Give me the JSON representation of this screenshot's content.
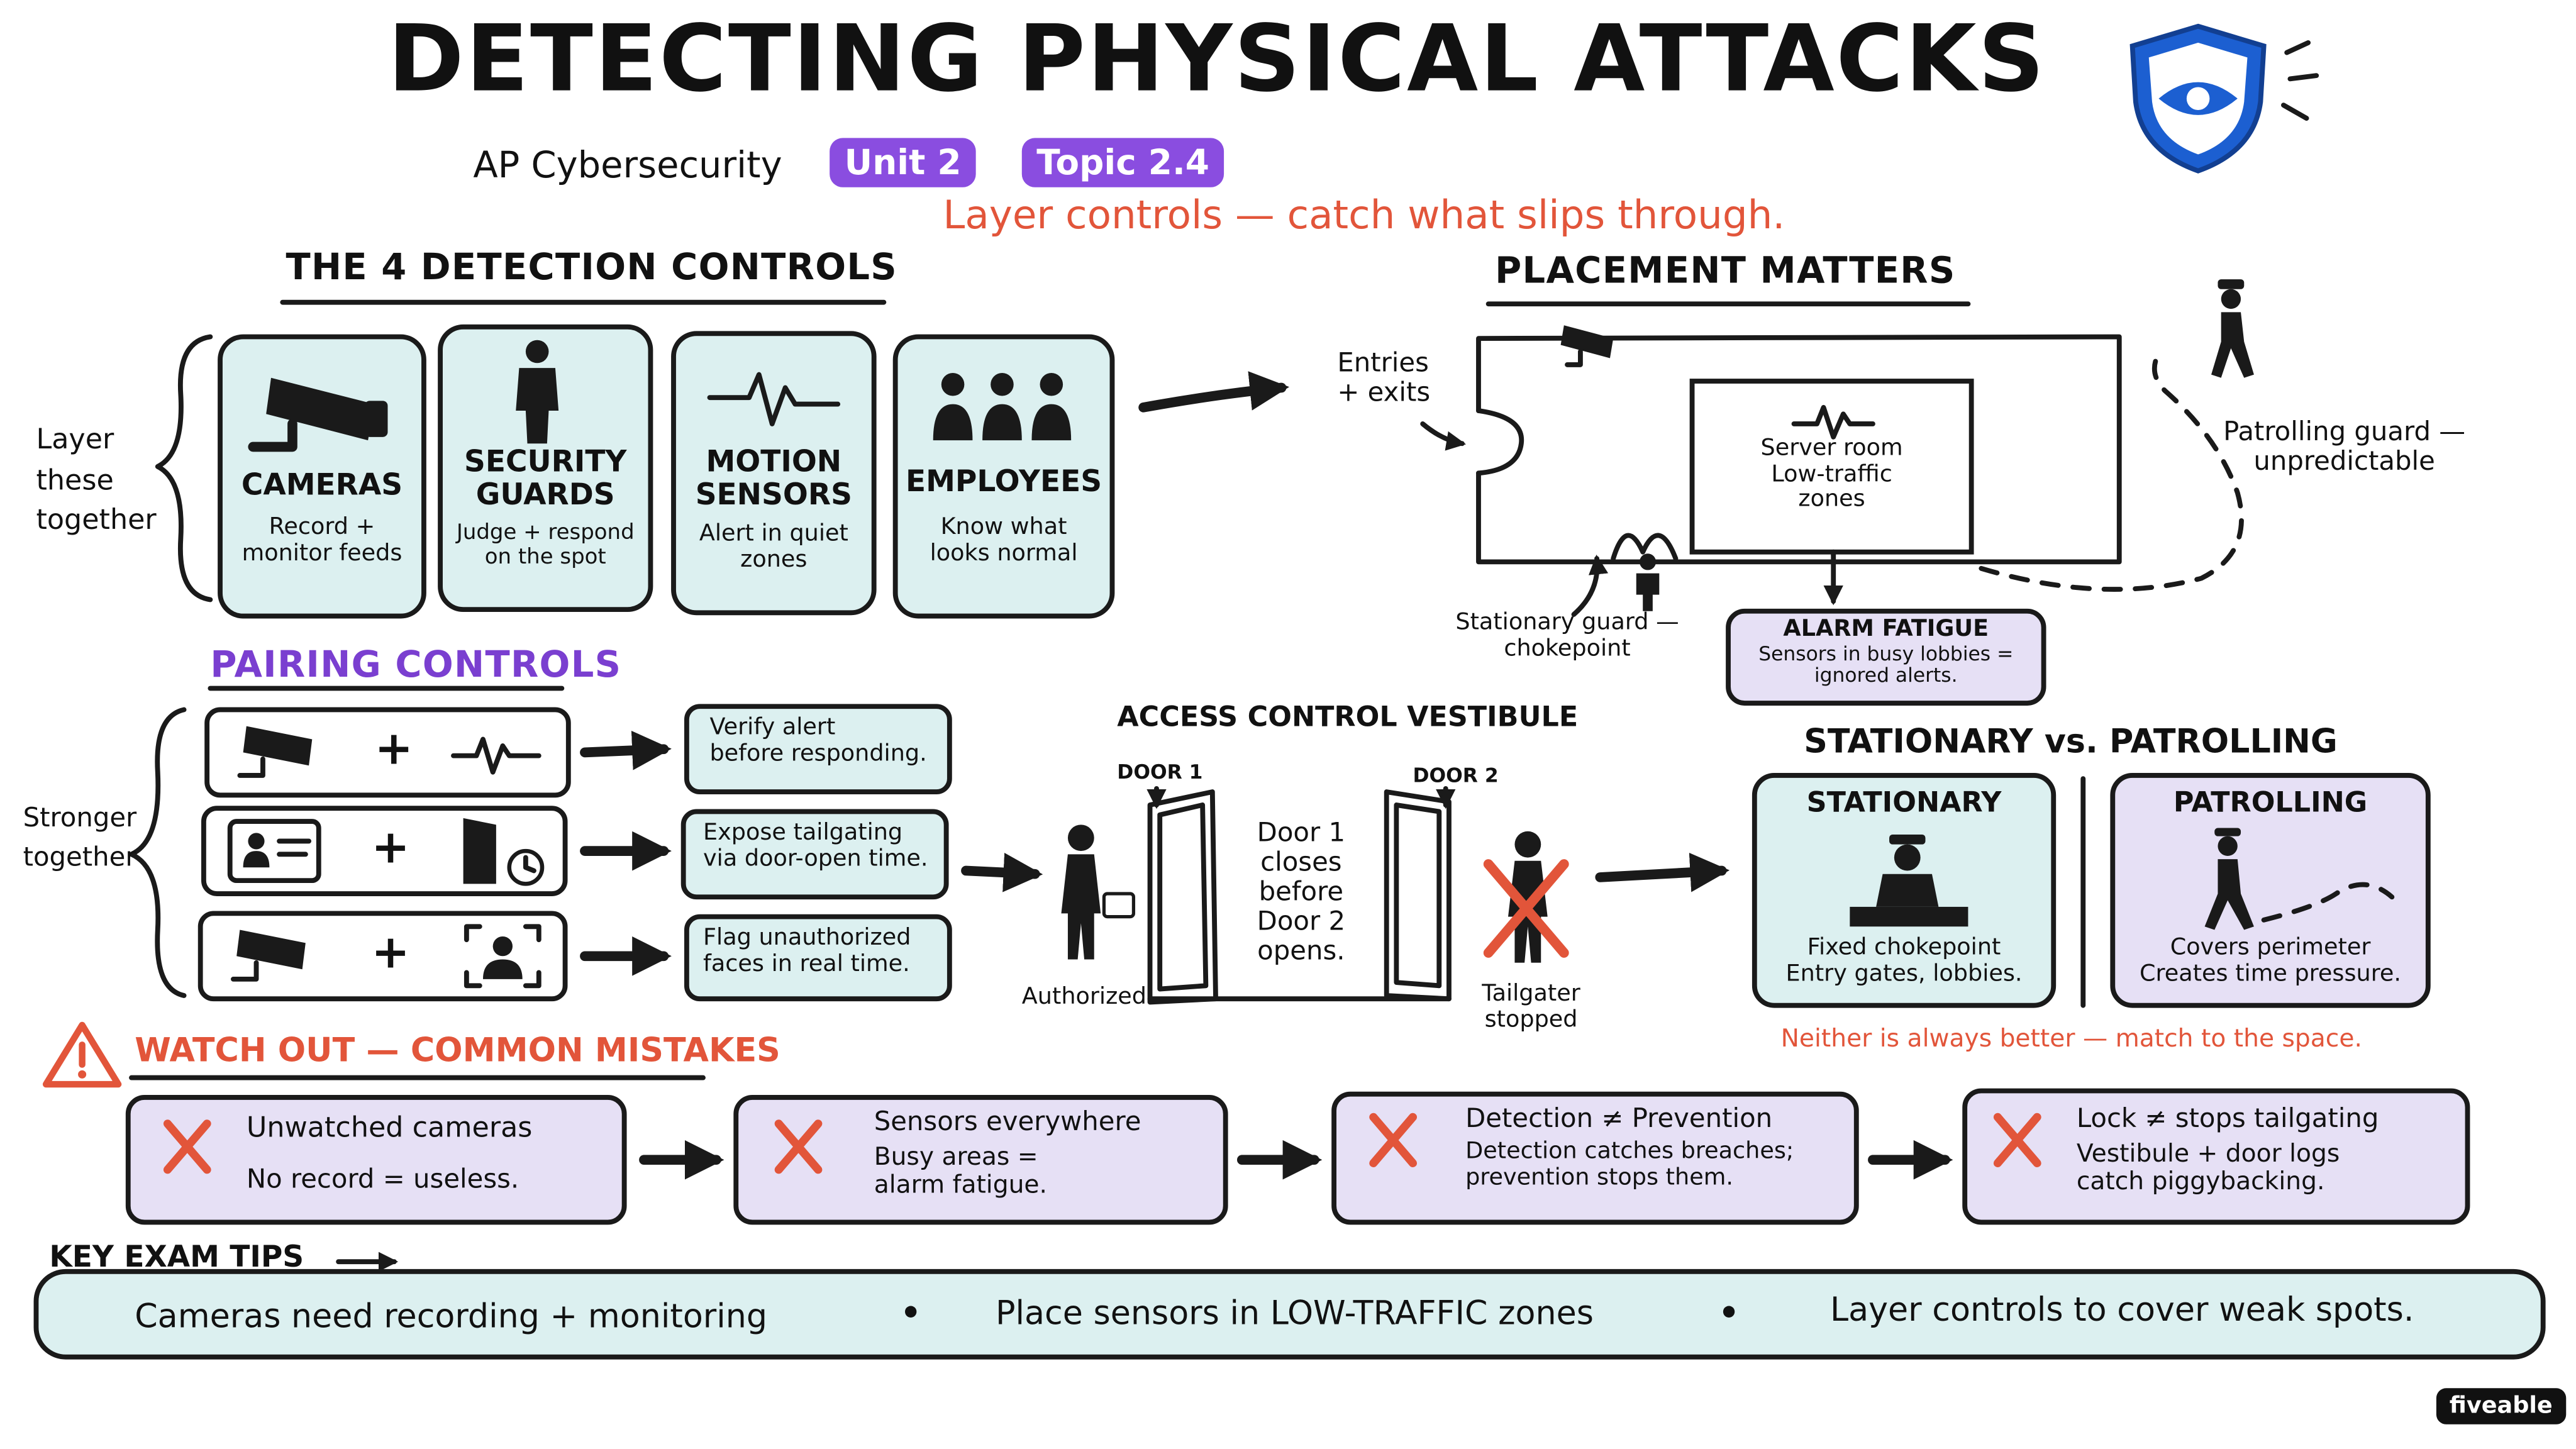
{
  "title": "DETECTING PHYSICAL ATTACKS",
  "course": "AP Cybersecurity",
  "unit": "Unit 2",
  "topic": "Topic 2.4",
  "tagline": "Layer controls — catch what slips through.",
  "detection": {
    "heading": "THE 4 DETECTION CONTROLS",
    "side_label": [
      "Layer",
      "these",
      "together"
    ],
    "controls": [
      {
        "icon": "cctv-camera-icon",
        "name": "CAMERAS",
        "desc": [
          "Record +",
          "monitor feeds"
        ]
      },
      {
        "icon": "security-guard-icon",
        "name": "SECURITY GUARDS",
        "desc": [
          "Judge + respond",
          "on the spot"
        ]
      },
      {
        "icon": "pulse-wave-icon",
        "name": "MOTION SENSORS",
        "desc": [
          "Alert in quiet",
          "zones"
        ]
      },
      {
        "icon": "people-group-icon",
        "name": "EMPLOYEES",
        "desc": [
          "Know what",
          "looks normal"
        ]
      }
    ]
  },
  "placement": {
    "heading": "PLACEMENT MATTERS",
    "entries_label": [
      "Entries",
      "+ exits"
    ],
    "server_room": [
      "Server room",
      "Low-traffic",
      "zones"
    ],
    "patrolling_guard": [
      "Patrolling guard —",
      "unpredictable"
    ],
    "stationary_guard": [
      "Stationary guard —",
      "chokepoint"
    ],
    "alarm_fatigue": {
      "title": "ALARM FATIGUE",
      "text": [
        "Sensors in busy lobbies =",
        "ignored alerts."
      ]
    }
  },
  "pairing": {
    "heading": "PAIRING CONTROLS",
    "side_label": [
      "Stronger",
      "together"
    ],
    "pairs": [
      {
        "left_icon": "cctv-camera-icon",
        "right_icon": "pulse-wave-icon",
        "plus": "+",
        "result": [
          "Verify alert",
          "before responding."
        ]
      },
      {
        "left_icon": "id-badge-icon",
        "right_icon": "door-timer-icon",
        "plus": "+",
        "result": [
          "Expose tailgating",
          "via door-open time."
        ]
      },
      {
        "left_icon": "cctv-camera-icon",
        "right_icon": "face-scan-icon",
        "plus": "+",
        "result": [
          "Flag unauthorized",
          "faces in real time."
        ]
      }
    ]
  },
  "vestibule": {
    "heading": "ACCESS CONTROL VESTIBULE",
    "door1": "DOOR 1",
    "door2": "DOOR 2",
    "middle": [
      "Door 1",
      "closes",
      "before",
      "Door 2",
      "opens."
    ],
    "authorized": "Authorized",
    "tailgater": [
      "Tailgater",
      "stopped"
    ]
  },
  "guards": {
    "heading": "STATIONARY vs. PATROLLING",
    "stationary": {
      "title": "STATIONARY",
      "text": [
        "Fixed chokepoint",
        "Entry gates, lobbies."
      ]
    },
    "patrolling": {
      "title": "PATROLLING",
      "text": [
        "Covers perimeter",
        "Creates time pressure."
      ]
    },
    "note": "Neither is always better — match to the space."
  },
  "mistakes": {
    "heading": "WATCH OUT — COMMON MISTAKES",
    "items": [
      {
        "title": "Unwatched cameras",
        "text": [
          "No record = useless."
        ]
      },
      {
        "title": "Sensors everywhere",
        "text": [
          "Busy areas =",
          "alarm fatigue."
        ]
      },
      {
        "title": "Detection ≠ Prevention",
        "text": [
          "Detection catches breaches;",
          "prevention stops them."
        ]
      },
      {
        "title": "Lock ≠ stops tailgating",
        "text": [
          "Vestibule + door logs",
          "catch piggybacking."
        ]
      }
    ]
  },
  "tips": {
    "heading": "KEY EXAM TIPS",
    "items": [
      "Cameras need recording + monitoring",
      "Place sensors in LOW-TRAFFIC zones",
      "Layer controls to cover weak spots."
    ],
    "separator": "•"
  },
  "brand": "fiveable",
  "colors": {
    "accent_red": "#e2553a",
    "accent_purple": "#8a4de0",
    "teal_fill": "#dcf0f0",
    "lavender_fill": "#e6e0f5",
    "shield_blue": "#1c5fd1"
  }
}
